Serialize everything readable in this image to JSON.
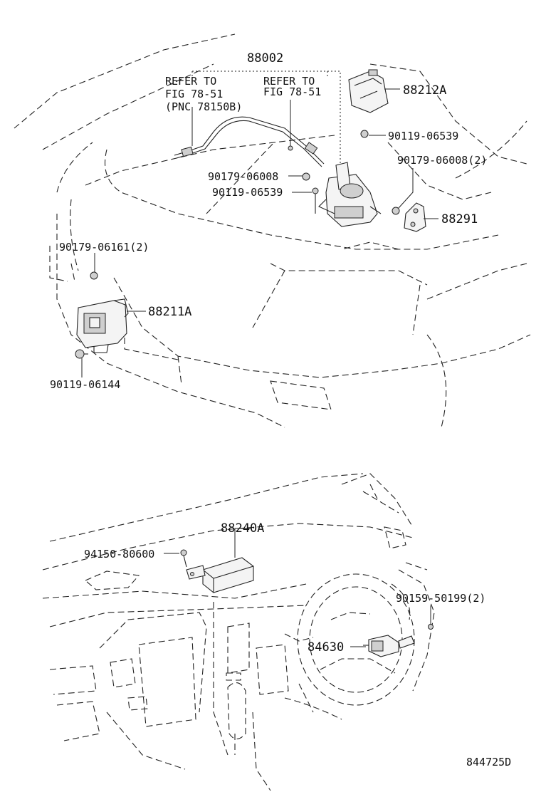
{
  "diagram_id": "844725D",
  "refer_note_1": {
    "line1": "REFER TO",
    "line2": "FIG 78-51",
    "line3": "(PNC 78150B)"
  },
  "refer_note_2": {
    "line1": "REFER TO",
    "line2": "FIG 78-51"
  },
  "top_section": {
    "labels": {
      "assembly": "88002",
      "sensor_cover": "88212A",
      "bolt_upper_right": "90119-06539",
      "nut_right": "90179-06008(2)",
      "bracket_right": "88291",
      "nut_center": "90179-06008",
      "bolt_center": "90119-06539",
      "nut_left": "90179-06161(2)",
      "actuator": "88211A",
      "bolt_left": "90119-06144"
    }
  },
  "bottom_section": {
    "labels": {
      "computer": "88240A",
      "screw_left": "94150-80600",
      "screw_right": "90159-50199(2)",
      "switch": "84630"
    }
  }
}
